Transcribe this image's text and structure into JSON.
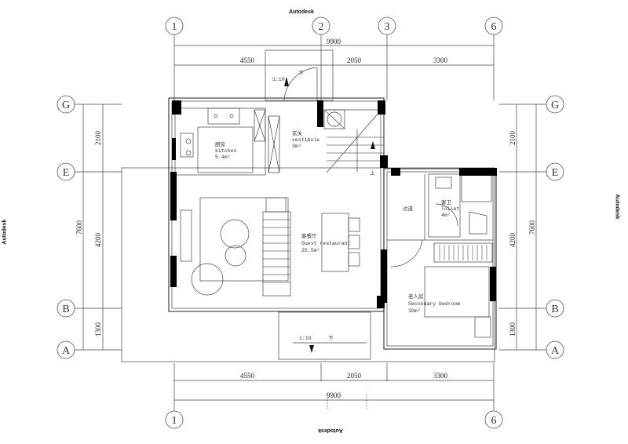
{
  "watermarks": {
    "top": "Autodesk",
    "bottom": "Autodesk",
    "left": "Autodesk",
    "right": "Autodesk"
  },
  "axes": {
    "top": [
      "1",
      "2",
      "3",
      "6"
    ],
    "bottom": [
      "1",
      "6"
    ],
    "left": [
      "G",
      "E",
      "B",
      "A"
    ],
    "right": [
      "G",
      "E",
      "B",
      "A"
    ]
  },
  "dimensions": {
    "top_total": "9900",
    "top_segments": [
      "4550",
      "2050",
      "3300"
    ],
    "bottom_total": "9900",
    "bottom_segments": [
      "4550",
      "2050",
      "3300"
    ],
    "left_total": "7600",
    "left_segments": [
      "2100",
      "4200",
      "1300"
    ],
    "right_total": "7600",
    "right_segments": [
      "2100",
      "4200",
      "1300"
    ]
  },
  "rooms": {
    "kitchen": {
      "cn": "厨房",
      "en": "kitchen",
      "area": "5.4m²"
    },
    "vestibule": {
      "cn": "玄关",
      "en": "vestibule",
      "area": "3m²"
    },
    "guest_restaurant": {
      "cn": "客餐厅",
      "en": "Guest restaurant",
      "area": "25.5m²"
    },
    "corridor": {
      "cn": "过道"
    },
    "toilet": {
      "cn": "客卫",
      "en": "Toilet",
      "area": "4m²"
    },
    "secondary_bedroom": {
      "cn": "老人房",
      "en": "Secondary bedroom",
      "area": "10m²"
    }
  },
  "annotations": {
    "ramp_top_slope": "1:10",
    "ramp_top_dir": "下",
    "ramp_bottom_slope": "1:10",
    "ramp_bottom_dir": "下",
    "stair_up": "上"
  }
}
